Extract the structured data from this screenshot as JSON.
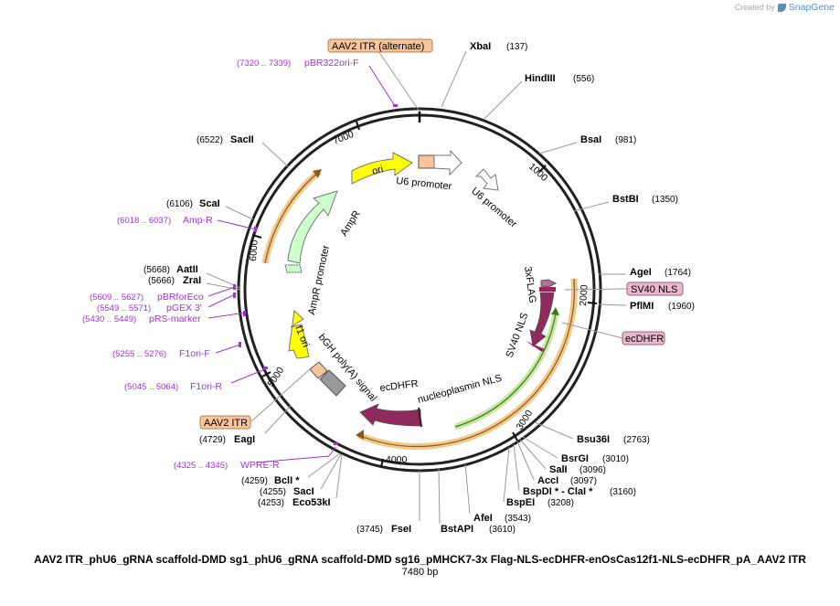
{
  "credit": {
    "prefix": "Created by",
    "brand": "SnapGene"
  },
  "plasmid": {
    "name": "AAV2 ITR_phU6_gRNA scaffold-DMD sg1_phU6_gRNA scaffold-DMD sg16_pMHCK7-3x Flag-NLS-ecDHFR-enOsCas12f1-NLS-ecDHFR_pA_AAV2 ITR",
    "length_label": "7480 bp",
    "length": 7480
  },
  "ticks": [
    "1000",
    "2000",
    "3000",
    "4000",
    "5000",
    "6000",
    "7000"
  ],
  "sites": [
    {
      "name": "XbaI",
      "pos": "(137)"
    },
    {
      "name": "HindIII",
      "pos": "(556)"
    },
    {
      "name": "BsaI",
      "pos": "(981)"
    },
    {
      "name": "BstBI",
      "pos": "(1350)"
    },
    {
      "name": "AgeI",
      "pos": "(1764)"
    },
    {
      "name": "PflMI",
      "pos": "(1960)"
    },
    {
      "name": "Bsu36I",
      "pos": "(2763)"
    },
    {
      "name": "BsrGI",
      "pos": "(3010)"
    },
    {
      "name": "SalI",
      "pos": "(3096)"
    },
    {
      "name": "AccI",
      "pos": "(3097)"
    },
    {
      "name": "BspDI * - ClaI *",
      "pos": "(3160)"
    },
    {
      "name": "BspEI",
      "pos": "(3208)"
    },
    {
      "name": "AfeI",
      "pos": "(3543)"
    },
    {
      "name": "BstAPI",
      "pos": "(3610)"
    },
    {
      "name": "FseI",
      "pos": "(3745)"
    },
    {
      "name": "Eco53kI",
      "pos": "(4253)"
    },
    {
      "name": "SacI",
      "pos": "(4255)"
    },
    {
      "name": "BclI *",
      "pos": "(4259)"
    },
    {
      "name": "EagI",
      "pos": "(4729)"
    },
    {
      "name": "ZraI",
      "pos": "(5666)"
    },
    {
      "name": "AatII",
      "pos": "(5668)"
    },
    {
      "name": "ScaI",
      "pos": "(6106)"
    },
    {
      "name": "SacII",
      "pos": "(6522)"
    }
  ],
  "primers": [
    {
      "name": "pBR322ori-F",
      "pos": "(7320 .. 7339)"
    },
    {
      "name": "Amp-R",
      "pos": "(6018 .. 6037)"
    },
    {
      "name": "pBRforEco",
      "pos": "(5609 .. 5627)"
    },
    {
      "name": "pGEX 3'",
      "pos": "(5549 .. 5571)"
    },
    {
      "name": "pRS-marker",
      "pos": "(5430 .. 5449)"
    },
    {
      "name": "F1ori-F",
      "pos": "(5255 .. 5276)"
    },
    {
      "name": "F1ori-R",
      "pos": "(5045 .. 5064)"
    },
    {
      "name": "WPRE-R",
      "pos": "(4325 .. 4345)"
    }
  ],
  "boxed_features": [
    {
      "name": "AAV2 ITR (alternate)",
      "color": "#f7c59b"
    },
    {
      "name": "SV40 NLS",
      "color": "#e9b8cc"
    },
    {
      "name": "ecDHFR",
      "color": "#e9b8cc"
    },
    {
      "name": "AAV2 ITR",
      "color": "#f7c59b"
    }
  ],
  "features": [
    {
      "name": "ori",
      "color": "#ffff00"
    },
    {
      "name": "U6 promoter",
      "color": "#ffffff"
    },
    {
      "name": "U6 promoter",
      "color": "#ffffff"
    },
    {
      "name": "AmpR",
      "color": "#ccffcc"
    },
    {
      "name": "AmpR promoter",
      "color": "#ccffcc"
    },
    {
      "name": "f1 ori",
      "color": "#ffff00"
    },
    {
      "name": "bGH poly(A) signal",
      "color": "#999999"
    },
    {
      "name": "3xFLAG",
      "color": "#b46fa0"
    },
    {
      "name": "SV40 NLS",
      "color": "#8e2a5c"
    },
    {
      "name": "ecDHFR",
      "color": "#8e2a5c"
    },
    {
      "name": "nucleoplasmin NLS",
      "color": "#8e2a5c"
    }
  ],
  "colors": {
    "backbone": "#222222",
    "primer": "#a033d6",
    "orf_orange": "#e6a23c",
    "orf_green": "#8cc63f"
  }
}
